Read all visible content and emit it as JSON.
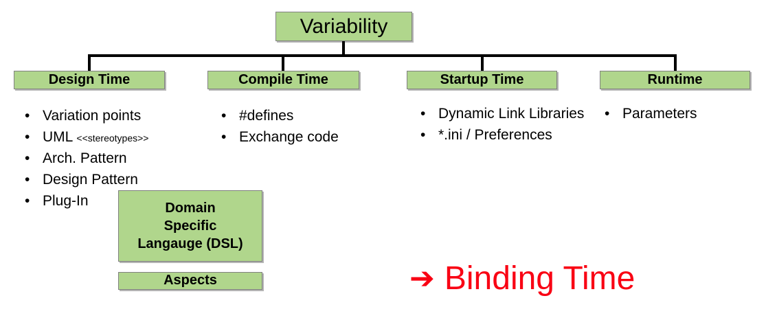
{
  "diagram": {
    "root": {
      "label": "Variability"
    },
    "colors": {
      "box_fill": "#b0d68c",
      "box_border": "#808080",
      "line": "#000000",
      "callout_red": "#f90013",
      "text": "#000000"
    },
    "branches": [
      {
        "title": "Design Time",
        "items": [
          {
            "text": "Variation points"
          },
          {
            "text": "UML ",
            "small": "<<stereotypes>>"
          },
          {
            "text": "Arch. Pattern"
          },
          {
            "text": "Design Pattern"
          },
          {
            "text": "Plug-In"
          }
        ]
      },
      {
        "title": "Compile Time",
        "items": [
          {
            "text": "#defines"
          },
          {
            "text": "Exchange code"
          }
        ]
      },
      {
        "title": "Startup Time",
        "items": [
          {
            "text": "Dynamic Link Libraries"
          },
          {
            "text": "*.ini / Preferences"
          }
        ]
      },
      {
        "title": "Runtime",
        "items": [
          {
            "text": "Parameters"
          }
        ]
      }
    ],
    "extra_boxes": [
      {
        "lines": [
          "Domain",
          "Specific",
          "Langauge (DSL)"
        ]
      },
      {
        "lines": [
          "Aspects"
        ]
      }
    ],
    "callout": {
      "arrow_icon": "➔",
      "label": "Binding Time"
    },
    "bullet_glyph": "•"
  }
}
